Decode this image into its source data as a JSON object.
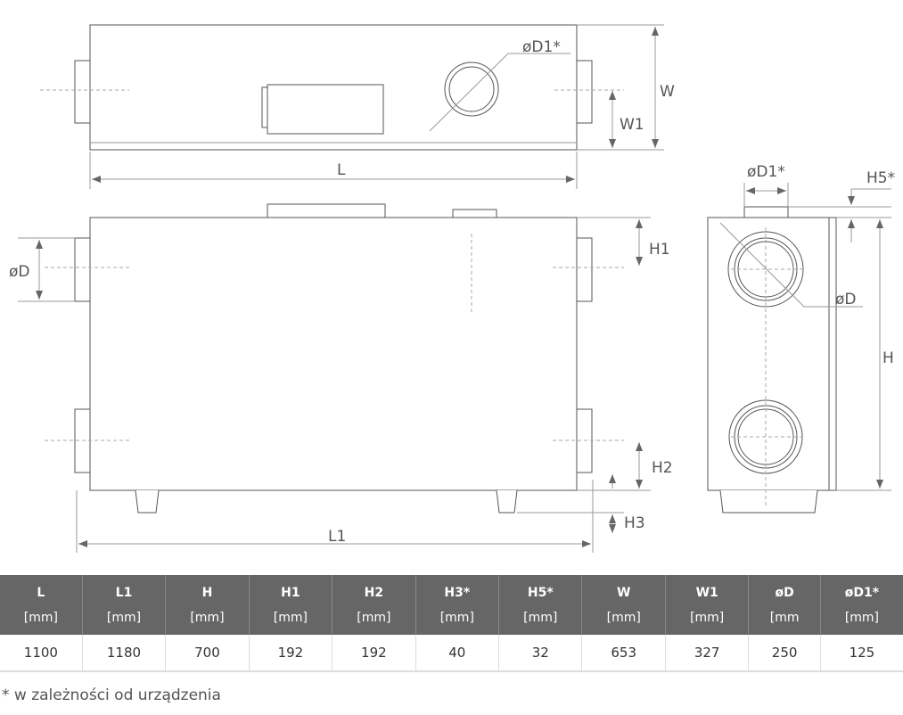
{
  "drawing": {
    "labels": {
      "D1_top": "øD1*",
      "W": "W",
      "W1": "W1",
      "L": "L",
      "D": "øD",
      "H1": "H1",
      "H2": "H2",
      "H3": "H3",
      "L1": "L1",
      "D1_side": "øD1*",
      "H5": "H5*",
      "D_side": "øD",
      "H": "H"
    }
  },
  "table": {
    "headers": [
      {
        "name": "L",
        "unit": "[mm]"
      },
      {
        "name": "L1",
        "unit": "[mm]"
      },
      {
        "name": "H",
        "unit": "[mm]"
      },
      {
        "name": "H1",
        "unit": "[mm]"
      },
      {
        "name": "H2",
        "unit": "[mm]"
      },
      {
        "name": "H3*",
        "unit": "[mm]"
      },
      {
        "name": "H5*",
        "unit": "[mm]"
      },
      {
        "name": "W",
        "unit": "[mm]"
      },
      {
        "name": "W1",
        "unit": "[mm]"
      },
      {
        "name": "øD",
        "unit": "[mm"
      },
      {
        "name": "øD1*",
        "unit": "[mm]"
      }
    ],
    "values": [
      "1100",
      "1180",
      "700",
      "192",
      "192",
      "40",
      "32",
      "653",
      "327",
      "250",
      "125"
    ]
  },
  "footnote": "* w zależności od urządzenia"
}
